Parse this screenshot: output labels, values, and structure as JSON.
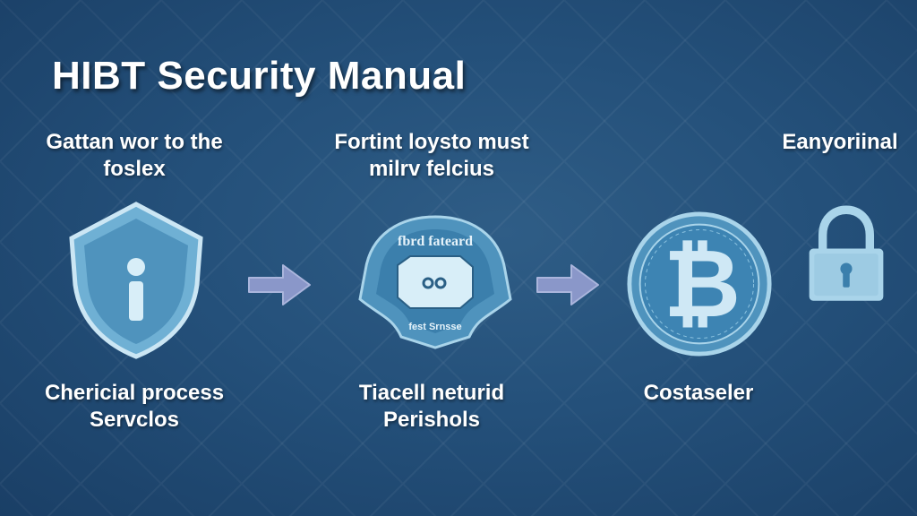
{
  "title": "HIBT Security Manual",
  "steps": [
    {
      "top_lines": [
        "Gattan wor to the",
        "foslex"
      ],
      "bottom_lines": [
        "Chericial process",
        "Servclos"
      ],
      "icon": "shield-icon"
    },
    {
      "top_lines": [
        "Fortint loysto must",
        "milrv felcius"
      ],
      "bottom_lines": [
        "Tiacell neturid",
        "Perishols"
      ],
      "icon": "badge-emblem-icon",
      "badge_top_text": "fbrd fateard",
      "badge_bottom_text": "fest Srnsse"
    },
    {
      "top_lines": [],
      "bottom_lines": [
        "Costaseler"
      ],
      "icon": "bitcoin-coin-icon"
    },
    {
      "top_lines": [
        "Eanyoriinal"
      ],
      "bottom_lines": [],
      "icon": "padlock-icon"
    }
  ],
  "arrows": [
    "arrow-right-icon",
    "arrow-right-icon"
  ],
  "colors": {
    "background": "#24507a",
    "icon_fill": "#4f93bd",
    "icon_light": "#a9d4ea",
    "arrow": "#8a97c9",
    "text": "#ffffff"
  }
}
